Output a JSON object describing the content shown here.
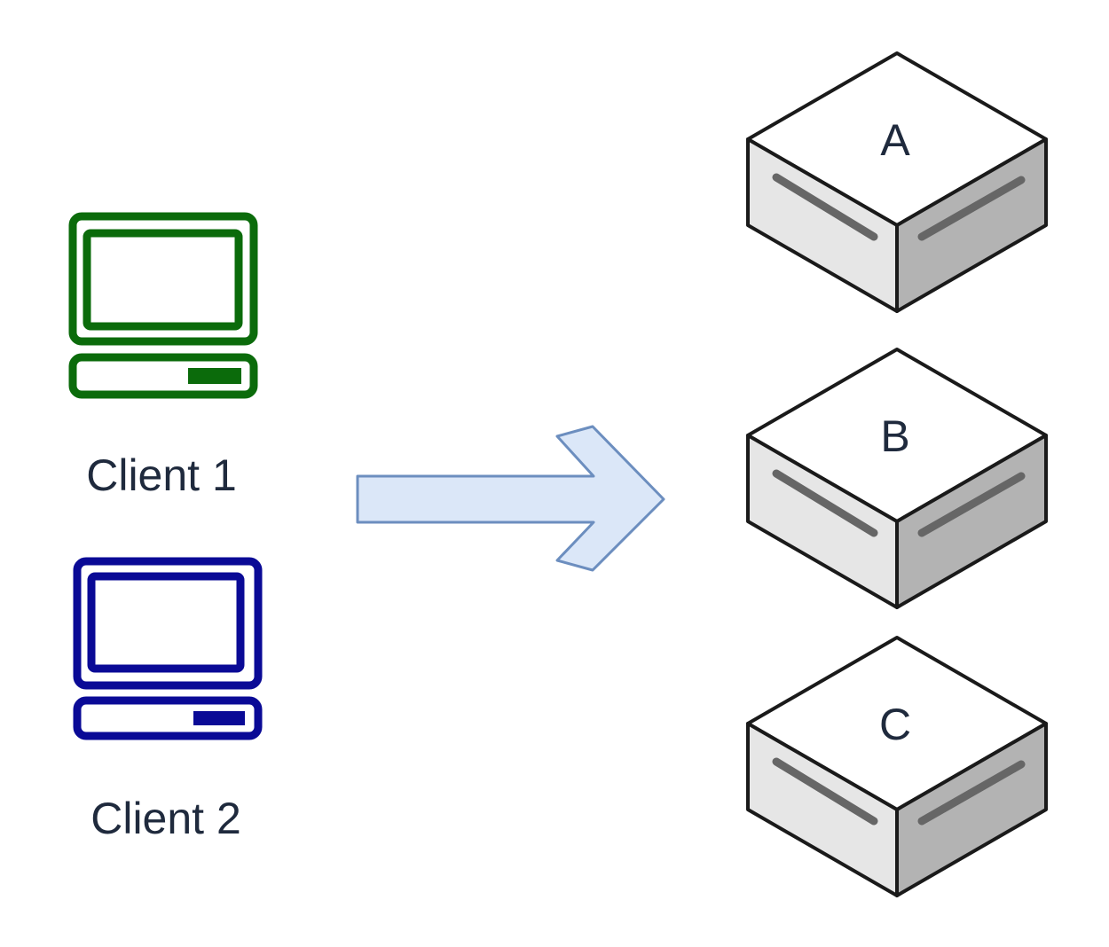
{
  "clients": [
    {
      "label": "Client 1",
      "color": "#0b6b0b",
      "icon": "computer-icon"
    },
    {
      "label": "Client 2",
      "color": "#0a0a96",
      "icon": "computer-icon"
    }
  ],
  "arrow": {
    "fill": "#dbe7f8",
    "stroke": "#6c8ebf",
    "icon": "right-arrow-icon"
  },
  "servers": [
    {
      "label": "A",
      "icon": "server-box-icon"
    },
    {
      "label": "B",
      "icon": "server-box-icon"
    },
    {
      "label": "C",
      "icon": "server-box-icon"
    }
  ],
  "server_colors": {
    "top": "#ffffff",
    "left": "#e6e6e6",
    "right": "#b3b3b3",
    "stroke": "#1a1a1a",
    "slot": "#666666"
  }
}
